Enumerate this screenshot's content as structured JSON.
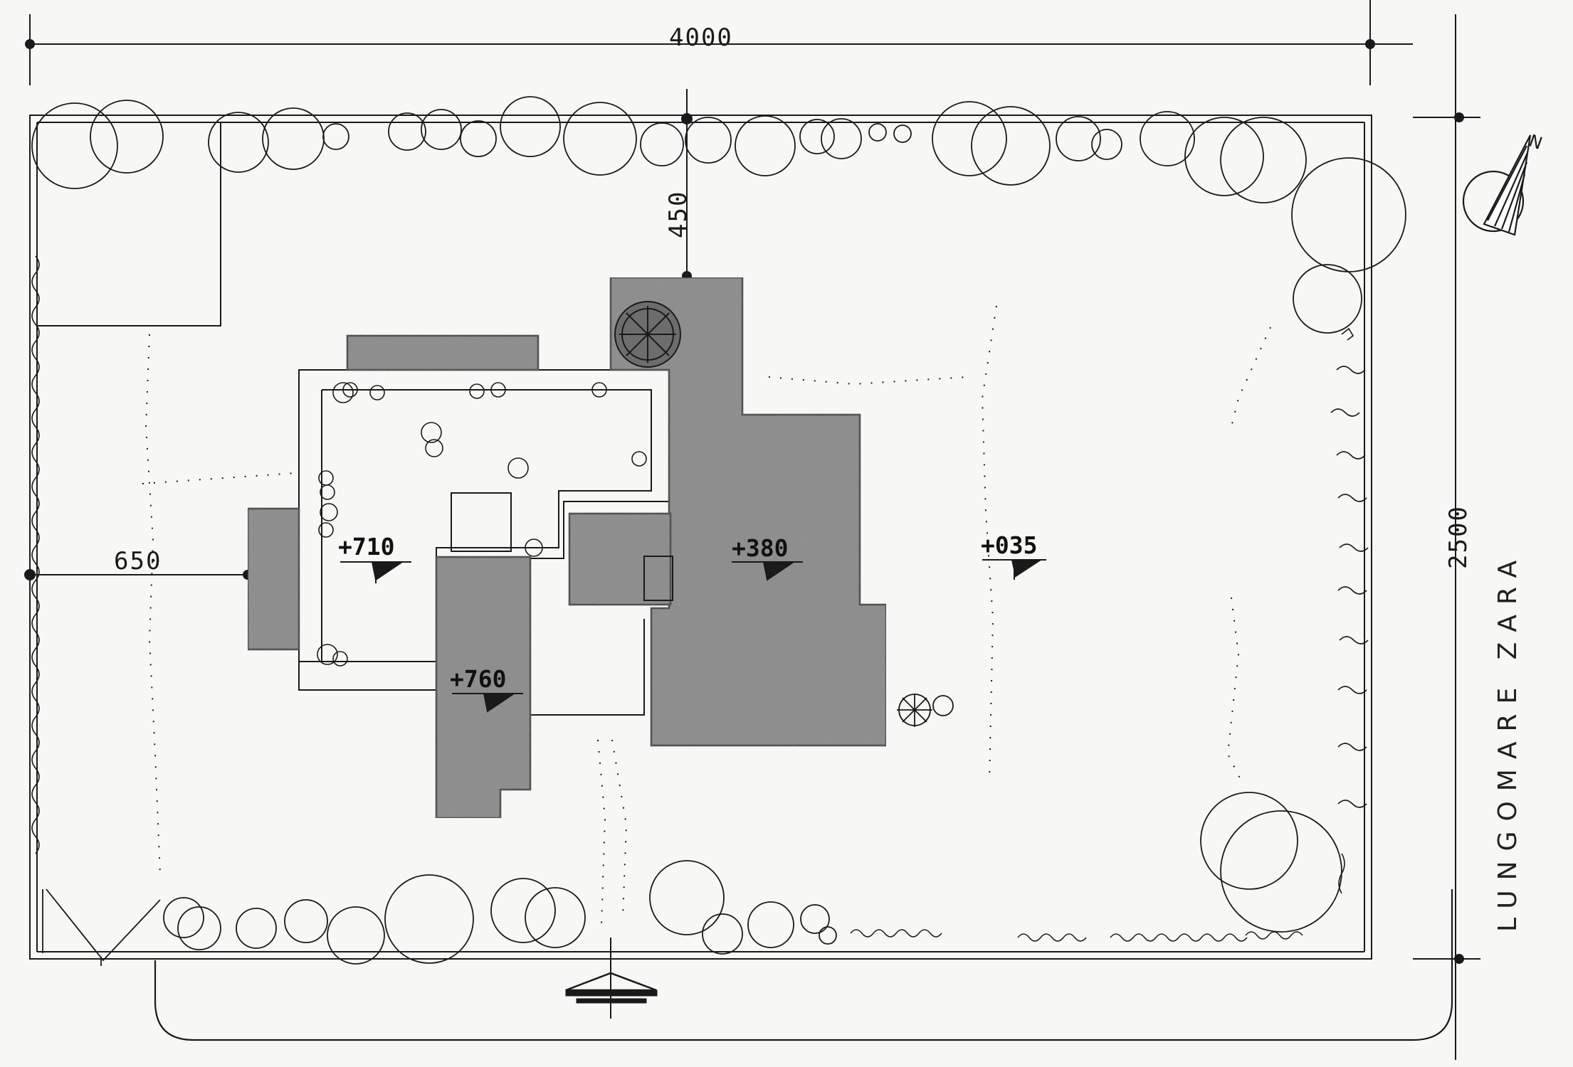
{
  "dimensions": {
    "width_total": "4000",
    "depth_total": "2500",
    "front_setback": "450",
    "side_setback": "650"
  },
  "levels": {
    "courtyard": "+710",
    "upper_wing": "+760",
    "main_block": "+380",
    "garden": "+035"
  },
  "street_name": "LUNGOMARE   ZARA",
  "north_label": "N",
  "colors": {
    "ink": "#1a1a1a",
    "roof_fill": "#8c8c8c",
    "paper": "#f7f7f5"
  }
}
